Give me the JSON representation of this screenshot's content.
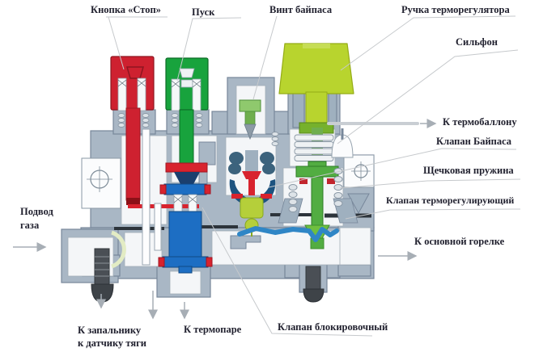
{
  "diagram": {
    "type": "gas-valve-cutaway-schematic",
    "labels": {
      "stop_button": "Кнопка «Стоп»",
      "start_button": "Пуск",
      "bypass_screw": "Винт байпаса",
      "thermostat_knob": "Ручка терморегулятора",
      "bellows": "Сильфон",
      "to_thermal_bulb": "К термобаллону",
      "bypass_valve": "Клапан Байпаса",
      "cheek_spring": "Щечковая пружина",
      "thermoregulating_valve": "Клапан терморегулирующий",
      "to_main_burner": "К основной горелке",
      "gas_supply_line1": "Подвод",
      "gas_supply_line2": "газа",
      "to_igniter_line1": "К запальнику",
      "to_igniter_line2": "к датчику тяги",
      "to_thermocouple": "К термопаре",
      "blocking_valve": "Клапан блокировочный"
    },
    "colors": {
      "body": "#a9b7c5",
      "body_outline": "#77879a",
      "cavity": "#f4f6f8",
      "stop_button": "#ce2130",
      "start_button": "#18a33d",
      "accent_red": "#d8232e",
      "thermostat_knob": "#b8d42e",
      "knob_collar": "#76b12c",
      "thermoregulating_valve": "#52ad42",
      "blocking_valve": "#1d6ec3",
      "bypass_poppet": "#b5cf3a",
      "bypass_bellows": "#3c637d",
      "bypass_screw": "#8fc96d",
      "lever_blue": "#2f86c6",
      "label_text": "#21212f",
      "leader_line": "#c6c9cc",
      "arrow": "#a7aeb5"
    }
  }
}
